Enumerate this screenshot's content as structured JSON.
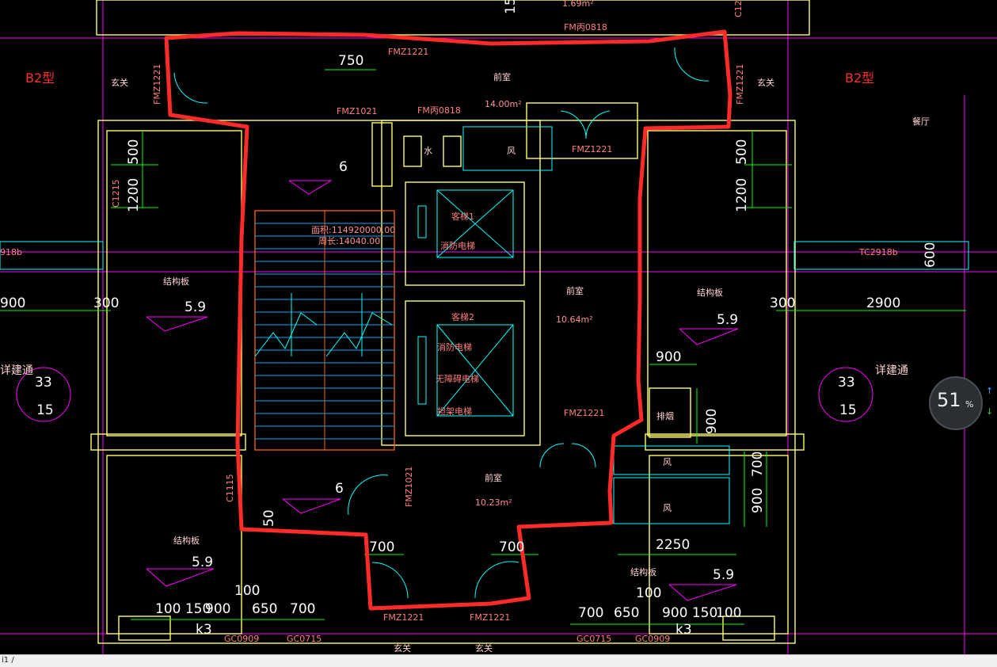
{
  "drawing": {
    "types": {
      "left": "B2型",
      "right": "B2型"
    },
    "rooms": {
      "entry_left": "玄关",
      "entry_right": "玄关",
      "lobby_top": "前室",
      "lobby_top_area": "14.00m²",
      "lobby_mid": "前室",
      "lobby_mid_area": "10.64m²",
      "lobby_low": "前室",
      "lobby_low_area": "10.23m²",
      "slab_left": "结构板",
      "slab_right": "结构板",
      "slab_bl": "结构板",
      "slab_br": "结构板",
      "kitchen": "餐厅",
      "water": "水",
      "wind_top": "风",
      "wind_r1": "风",
      "wind_r2": "风",
      "smoke": "排烟",
      "entry_bl": "玄关",
      "entry_br": "玄关",
      "stair_area": "面积:114920000.00",
      "stair_len": "周长:14040.00"
    },
    "elevators": {
      "e1_title": "客梯1",
      "e1_sub": "消防电梯",
      "e2_title": "客梯2",
      "e2_sub1": "消防电梯",
      "e2_sub2": "无障碍电梯",
      "e2_sub3": "担架电梯"
    },
    "tags": {
      "fmy0818_top": "FM丙0818",
      "fmy0818_mid": "FM丙0818",
      "fmz1221_top": "FMZ1221",
      "fmz1221_right": "FMZ1221",
      "fmz1221_lower": "FMZ1221",
      "fmz1221_bl": "FMZ1221",
      "fmz1221_br": "FMZ1221",
      "fmz1021_top": "FMZ1021",
      "fmz1221_v_left": "FMZ1221",
      "fmz1221_v_right": "FMZ1221",
      "fmz1021_v": "FMZ1021",
      "c1215": "C1215",
      "c1115": "C1115",
      "c12": "C12",
      "tc2918b_left": "918b",
      "tc2918b_right": "TC2918b",
      "gc0909_left": "GC0909",
      "gc0715_left": "GC0715",
      "gc0715_right": "GC0715",
      "gc0909_right": "GC0909",
      "k3_left": "k3",
      "k3_right": "k3",
      "detail_left": "详建通",
      "detail_right": "详建通",
      "top_small": "1.69m²"
    },
    "dims": {
      "d750": "750",
      "d500_l": "500",
      "d1200_l": "1200",
      "d500_r": "500",
      "d1200_r": "1200",
      "d900_l": "900",
      "d300_l": "300",
      "d300_r": "300",
      "d2900_r": "2900",
      "d900_mid": "900",
      "d900_v": "900",
      "d700_v": "700",
      "d900_v2": "900",
      "d2250": "2250",
      "d700_bl": "700",
      "d700_br": "700",
      "d100_l": "100",
      "d100_r": "100",
      "d150_l": "100 150",
      "d900_b": "900",
      "d650_l": "650",
      "d700_l2": "700",
      "d700_r2": "700",
      "d650_r": "650",
      "d900_br": "900 150",
      "d100_br": "100",
      "d600_top": "600",
      "d15_top": "15",
      "d50": "50",
      "d6_top": "6",
      "d6_low": "6",
      "d33_l": "33",
      "d15_l": "15",
      "d33_r": "33",
      "d15_r": "15"
    },
    "elevations": {
      "slab_left": "5.9",
      "slab_right": "5.9",
      "slab_bl": "5.9",
      "slab_br": "5.9"
    },
    "colors": {
      "wall": "#ffff66",
      "line": "#00ffff",
      "green": "#00ff00",
      "magenta": "#ff00ff",
      "highlight": "#ff2a2a",
      "stair": "#ff6600"
    }
  },
  "zoom": {
    "value": "51",
    "unit": "%"
  },
  "status_bar": {
    "text": "i1 /"
  }
}
